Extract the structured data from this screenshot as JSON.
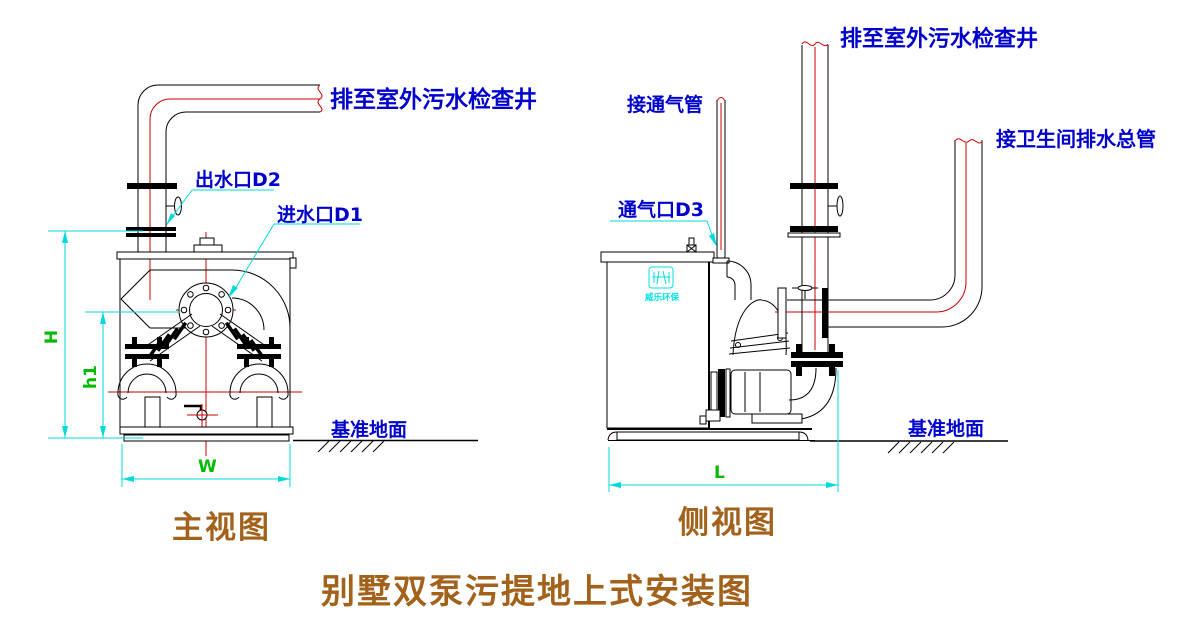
{
  "title": "别墅双泵污提地上式安装图",
  "colors": {
    "line_black": "#000000",
    "centerline_red": "#cc0000",
    "dimension_cyan": "#00d9d9",
    "label_blue": "#0000cc",
    "dimension_label_green": "#00bb00",
    "caption_brown": "#a2621b",
    "logo_cyan": "#00e0e0",
    "background": "#ffffff"
  },
  "front_view": {
    "caption": "主视图",
    "labels": {
      "discharge_pipe": "排至室外污水检查井",
      "outlet": "出水口D2",
      "inlet": "进水口D1",
      "ground": "基准地面"
    },
    "dimensions": {
      "height": "H",
      "pump_center_height": "h1",
      "width": "W"
    }
  },
  "side_view": {
    "caption": "侧视图",
    "labels": {
      "discharge_pipe": "排至室外污水检查井",
      "vent_pipe": "接通气管",
      "vent_port": "通气口D3",
      "inlet_main": "接卫生间排水总管",
      "ground": "基准地面"
    },
    "dimensions": {
      "length": "L"
    },
    "logo_text": "威乐环保"
  }
}
